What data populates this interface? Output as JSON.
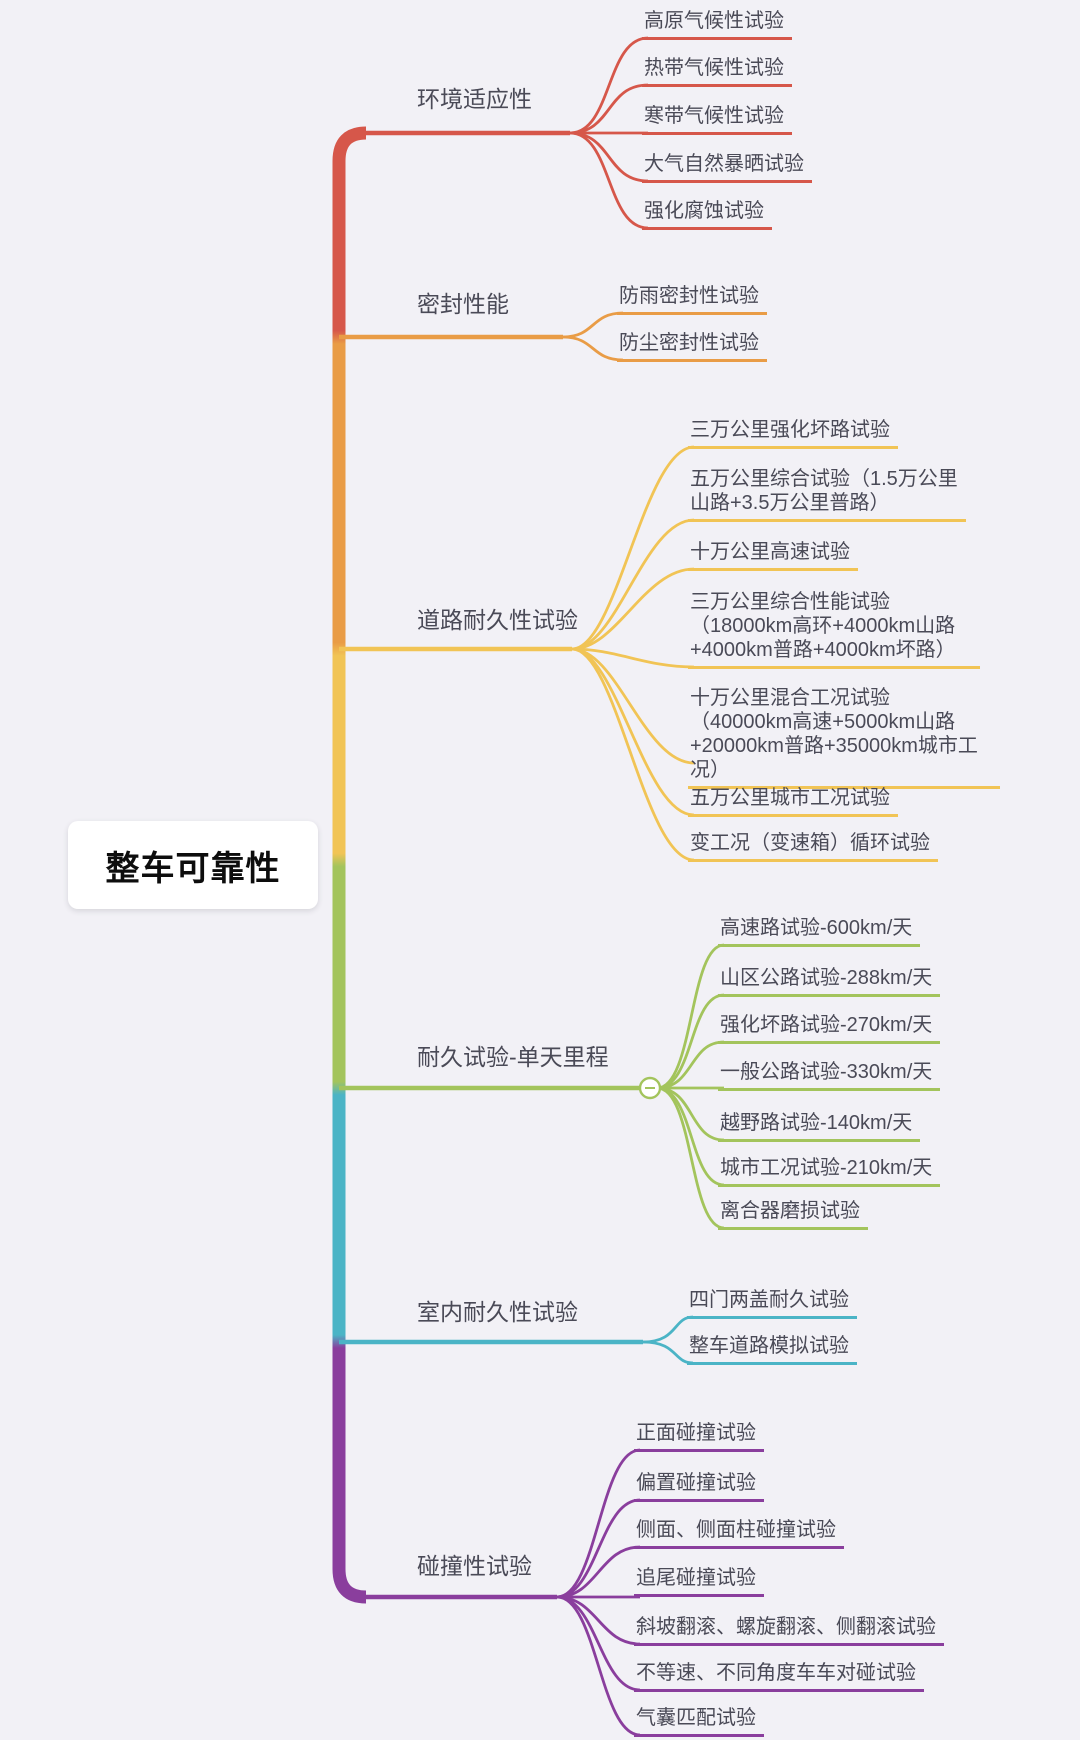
{
  "canvas": {
    "background": "#f2f1f6",
    "text_color": "#4a4a57"
  },
  "root": {
    "label": "整车可靠性",
    "background": "#ffffff",
    "text_color": "#0d0d0d"
  },
  "collapse_toggle": {
    "symbol": "−"
  },
  "branches": [
    {
      "label": "环境适应性",
      "color": "#d6574a",
      "children": [
        "高原气候性试验",
        "热带气候性试验",
        "寒带气候性试验",
        "大气自然暴晒试验",
        "强化腐蚀试验"
      ]
    },
    {
      "label": "密封性能",
      "color": "#e99c46",
      "children": [
        "防雨密封性试验",
        "防尘密封性试验"
      ]
    },
    {
      "label": "道路耐久性试验",
      "color": "#f1c455",
      "children": [
        "三万公里强化坏路试验",
        "五万公里综合试验（1.5万公里山路+3.5万公里普路）",
        "十万公里高速试验",
        "三万公里综合性能试验（18000km高环+4000km山路+4000km普路+4000km坏路）",
        "十万公里混合工况试验（40000km高速+5000km山路+20000km普路+35000km城市工况）",
        "五万公里城市工况试验",
        "变工况（变速箱）循环试验"
      ]
    },
    {
      "label": "耐久试验-单天里程",
      "color": "#a3c45c",
      "children": [
        "高速路试验-600km/天",
        "山区公路试验-288km/天",
        "强化坏路试验-270km/天",
        "一般公路试验-330km/天",
        "越野路试验-140km/天",
        "城市工况试验-210km/天",
        "离合器磨损试验"
      ]
    },
    {
      "label": "室内耐久性试验",
      "color": "#4bb4c6",
      "children": [
        "四门两盖耐久试验",
        "整车道路模拟试验"
      ]
    },
    {
      "label": "碰撞性试验",
      "color": "#8a3e9d",
      "children": [
        "正面碰撞试验",
        "偏置碰撞试验",
        "侧面、侧面柱碰撞试验",
        "追尾碰撞试验",
        "斜坡翻滚、螺旋翻滚、侧翻滚试验",
        "不等速、不同角度车车对碰试验",
        "气囊匹配试验"
      ]
    }
  ]
}
